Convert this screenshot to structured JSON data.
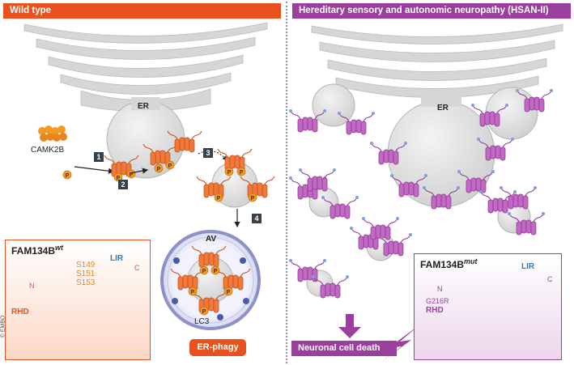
{
  "panels": {
    "left_title": "Wild type",
    "right_title": "Hereditary sensory and autonomic neuropathy (HSAN-II)"
  },
  "labels": {
    "er_left": "ER",
    "er_right": "ER",
    "camk2b": "CAMK2B",
    "av": "AV",
    "lc3": "LC3",
    "p": "P"
  },
  "steps": [
    "1",
    "2",
    "3",
    "4"
  ],
  "wt_box": {
    "title": "FAM134B",
    "superscript": "wt",
    "site1": "S149",
    "site2": "S151",
    "site3": "S153",
    "n": "N",
    "c": "C",
    "rhd": "RHD",
    "lir": "LIR"
  },
  "mut_box": {
    "title": "FAM134B",
    "superscript": "mut",
    "n": "N",
    "c": "C",
    "mutation": "G216R",
    "rhd": "RHD",
    "lir": "LIR"
  },
  "outcomes": {
    "er_phagy": "ER-phagy",
    "neuronal_death": "Neuronal cell death"
  },
  "copyright": "© EMBO",
  "colors": {
    "wildtype": "#e8521f",
    "hsan": "#9b3f9f",
    "er": "#d9d9d9",
    "phospho": "#f39a1f",
    "lir": "#1f7fc0"
  }
}
